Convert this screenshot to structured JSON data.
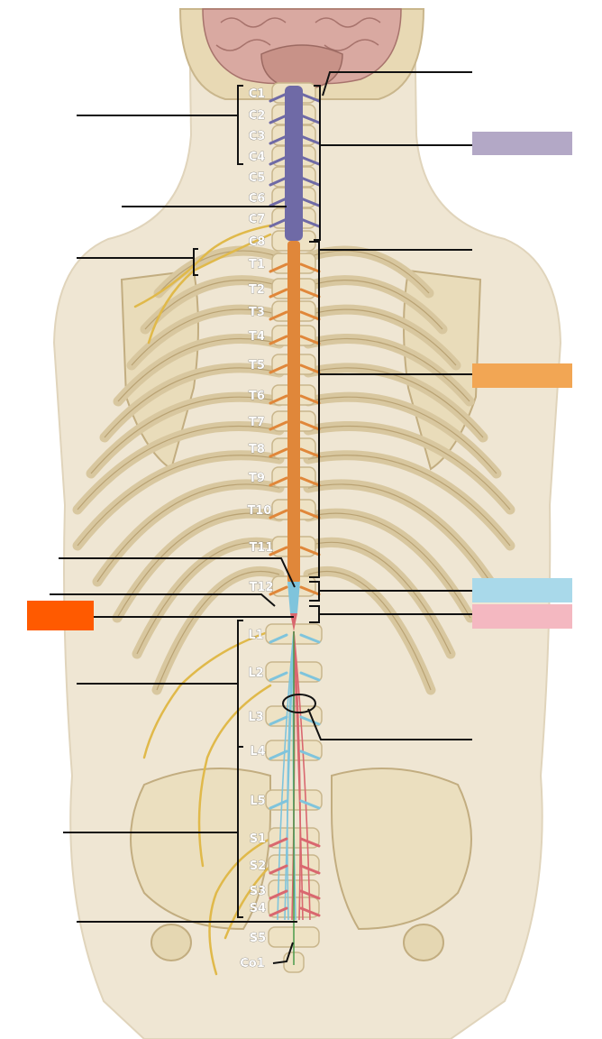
{
  "vertebra_labels": {
    "cervical": [
      "C1",
      "C2",
      "C3",
      "C4",
      "C5",
      "C6",
      "C7",
      "C8"
    ],
    "thoracic": [
      "T1",
      "T2",
      "T3",
      "T4",
      "T5",
      "T6",
      "T7",
      "T8",
      "T9",
      "T10",
      "T11",
      "T12"
    ],
    "lumbar": [
      "L1",
      "L2",
      "L3",
      "L4",
      "L5"
    ],
    "sacral": [
      "S1",
      "S2",
      "S3",
      "S4",
      "S5"
    ],
    "coccygeal": [
      "Co1"
    ]
  },
  "legend": {
    "cervical_color": "#b3a8c6",
    "thoracic_color": "#f2a654",
    "lumbar_color": "#a9d9ea",
    "sacral_color": "#f4b8c1",
    "highlight_color": "#ff5a00"
  },
  "colors": {
    "bone": "#eee2c4",
    "bone_shadow": "#c9b68c",
    "skin": "#ece2cf",
    "nerve": "#e6c255",
    "brain": "#d9a9a1",
    "cord_cervical": "#6f6aa6",
    "cord_thoracic": "#e0873a",
    "cord_lumbar": "#7fc4dc",
    "cord_sacral": "#d9676f"
  }
}
